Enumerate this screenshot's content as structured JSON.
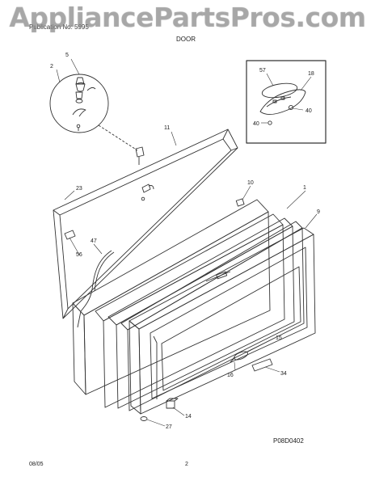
{
  "watermark": "AppliancePartsPros.com",
  "header": {
    "publication": "Publication No: 5995",
    "section": "DOOR"
  },
  "callouts": [
    "5",
    "2",
    "11",
    "57",
    "18",
    "40",
    "40",
    "23",
    "10",
    "1",
    "9",
    "47",
    "56",
    "15",
    "16",
    "34",
    "14",
    "27"
  ],
  "diagram_ref": "P08D0402",
  "footer": {
    "date": "08/05",
    "page": "2"
  },
  "colors": {
    "line": "#333333",
    "watermark": "#8a8a8a"
  }
}
